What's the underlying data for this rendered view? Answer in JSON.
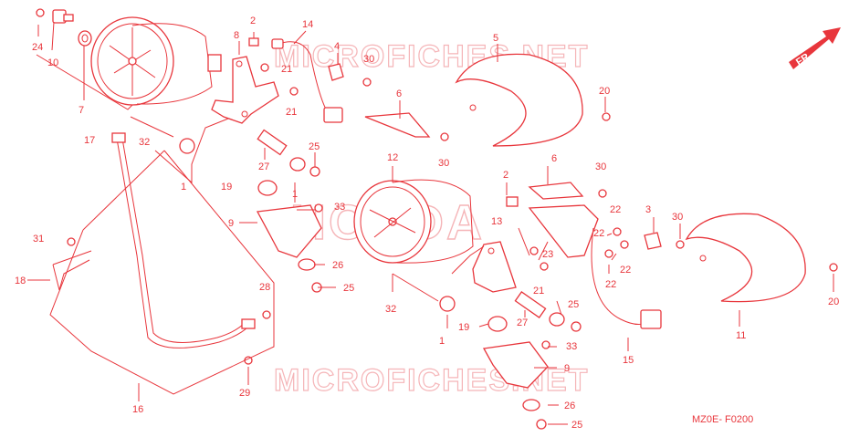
{
  "watermark": {
    "top": "MICROFICHES.NET",
    "center": "HONDA",
    "bottom": "MICROFICHES.NET"
  },
  "diagram_code": "MZ0E- F0200",
  "direction_marker": "FR.",
  "callouts": {
    "c1": "24",
    "c2": "10",
    "c3": "7",
    "c4": "8",
    "c5": "2",
    "c6": "14",
    "c7": "4",
    "c8": "21",
    "c9": "30",
    "c10": "21",
    "c11": "5",
    "c12": "6",
    "c13": "20",
    "c14": "17",
    "c15": "32",
    "c16": "1",
    "c17": "27",
    "c18": "25",
    "c19": "30",
    "c20": "12",
    "c21": "2",
    "c22": "6",
    "c23": "30",
    "c24": "19",
    "c25": "1",
    "c26": "33",
    "c27": "9",
    "c28": "13",
    "c29": "22",
    "c30": "3",
    "c31": "30",
    "c32": "31",
    "c33": "26",
    "c34": "23",
    "c35": "22",
    "c36": "22",
    "c37": "22",
    "c38": "18",
    "c39": "25",
    "c40": "28",
    "c41": "32",
    "c42": "21",
    "c43": "27",
    "c44": "25",
    "c45": "20",
    "c46": "11",
    "c47": "19",
    "c48": "33",
    "c49": "15",
    "c50": "9",
    "c51": "16",
    "c52": "29",
    "c53": "26",
    "c54": "25"
  }
}
